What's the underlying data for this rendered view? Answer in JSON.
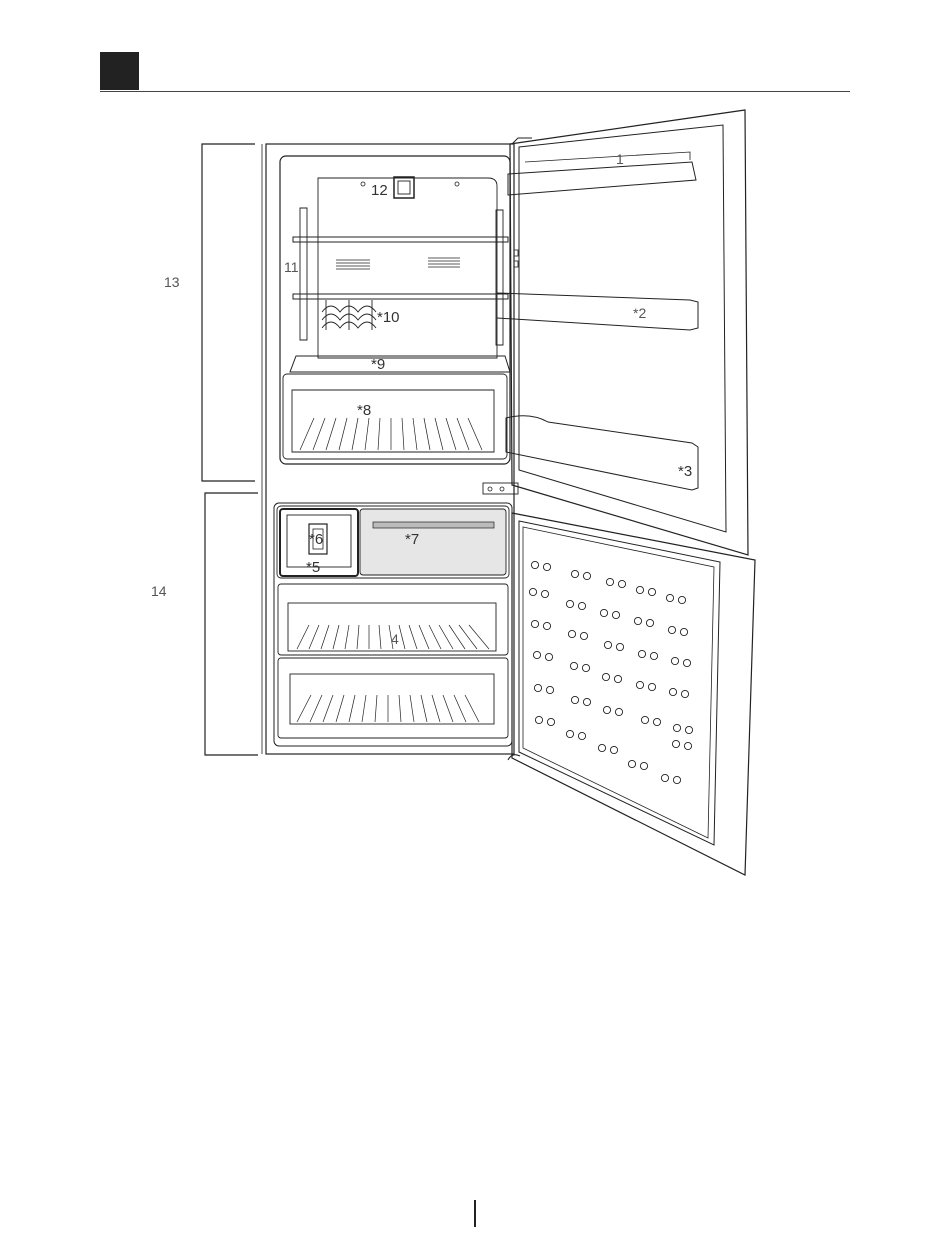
{
  "diagram": {
    "labels": {
      "l1": "1",
      "l2": "*2",
      "l3": "*3",
      "l4": "4",
      "l5": "*5",
      "l6": "*6",
      "l7": "*7",
      "l8": "*8",
      "l9": "*9",
      "l10": "*10",
      "l11": "11",
      "l12": "12",
      "l13": "13",
      "l14": "14"
    }
  }
}
